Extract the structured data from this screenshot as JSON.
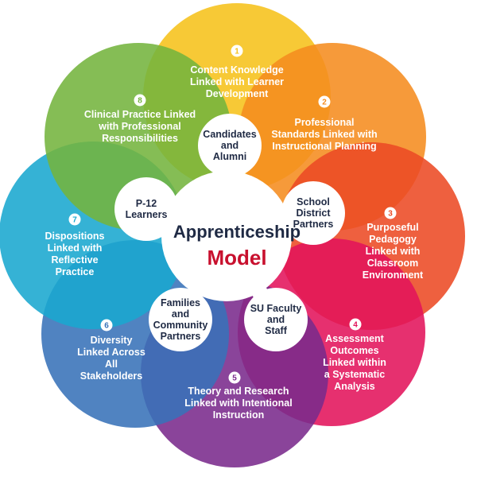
{
  "center": {
    "title_line1": "Apprenticeship",
    "title_line2": "Model"
  },
  "colors": {
    "title_dark": "#1f2a44",
    "title_red": "#c8102e"
  },
  "petals": [
    {
      "number": "1",
      "lines": [
        "Content Knowledge",
        "Linked with Learner",
        "Development"
      ],
      "color": "#f6c21a"
    },
    {
      "number": "2",
      "lines": [
        "Professional",
        "Standards Linked with",
        "Instructional Planning"
      ],
      "color": "#f58c1f"
    },
    {
      "number": "3",
      "lines": [
        "Purposeful",
        "Pedagogy",
        "Linked with",
        "Classroom",
        "Environment"
      ],
      "color": "#ec4a24"
    },
    {
      "number": "4",
      "lines": [
        "Assessment",
        "Outcomes",
        "Linked within",
        "a Systematic",
        "Analysis"
      ],
      "color": "#e2135b"
    },
    {
      "number": "5",
      "lines": [
        "Theory and Research",
        "Linked with Intentional",
        "Instruction"
      ],
      "color": "#7a2a8c"
    },
    {
      "number": "6",
      "lines": [
        "Diversity",
        "Linked Across",
        "All",
        "Stakeholders"
      ],
      "color": "#3872b8"
    },
    {
      "number": "7",
      "lines": [
        "Dispositions",
        "Linked with",
        "Reflective",
        "Practice"
      ],
      "color": "#19a7cf"
    },
    {
      "number": "8",
      "lines": [
        "Clinical Practice Linked",
        "with Professional",
        "Responsibilities"
      ],
      "color": "#74b43d"
    }
  ],
  "hubs": [
    {
      "lines": [
        "Candidates",
        "and",
        "Alumni"
      ]
    },
    {
      "lines": [
        "School",
        "District",
        "Partners"
      ]
    },
    {
      "lines": [
        "SU Faculty",
        "and",
        "Staff"
      ]
    },
    {
      "lines": [
        "Families",
        "and",
        "Community",
        "Partners"
      ]
    },
    {
      "lines": [
        "P-12",
        "Learners"
      ]
    }
  ]
}
